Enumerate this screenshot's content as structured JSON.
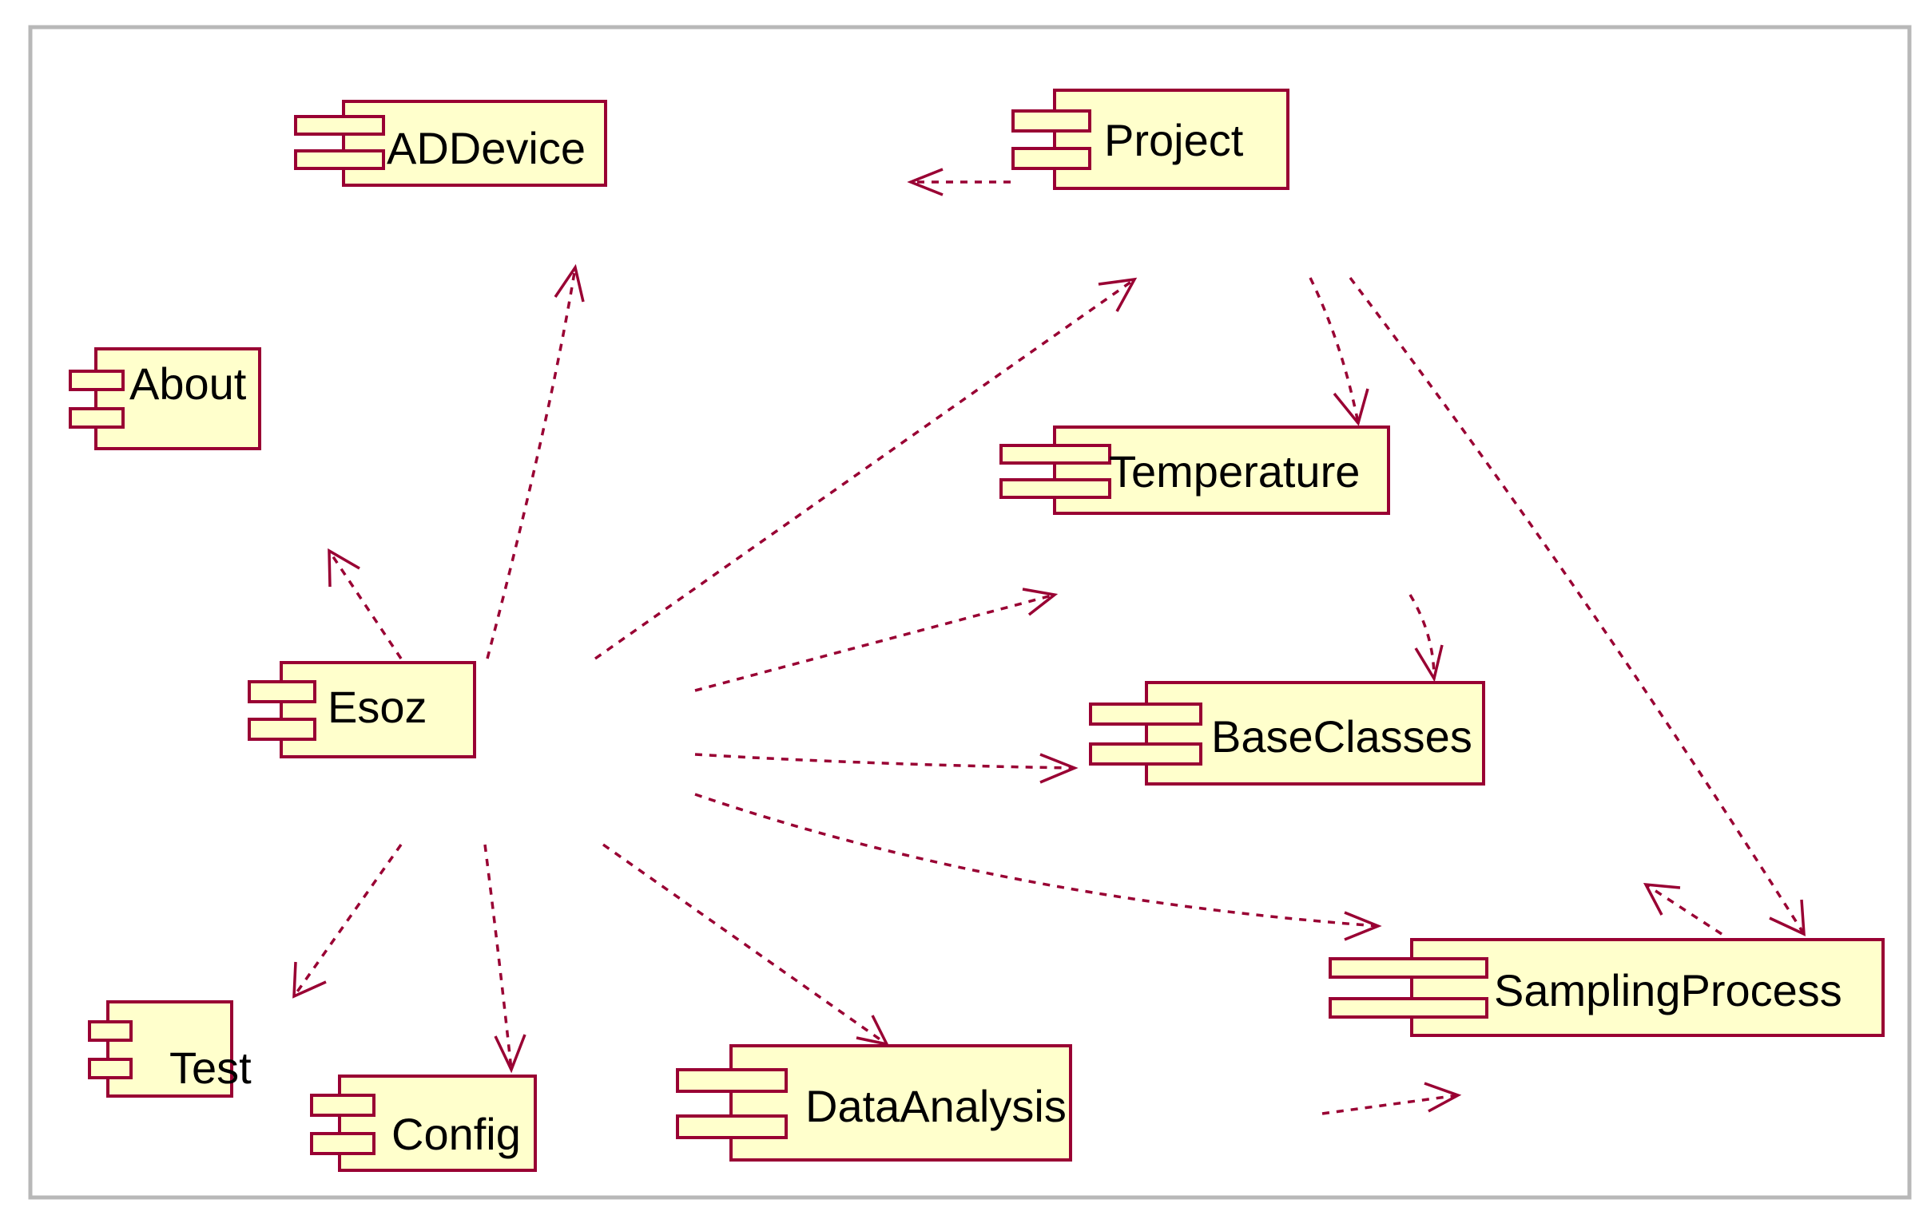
{
  "diagram": {
    "colors": {
      "component_fill": "#ffffcc",
      "component_stroke": "#990033",
      "dependency": "#990033",
      "frame": "#b8b8b8"
    },
    "components": [
      {
        "id": "addevice",
        "label": "ADDevice"
      },
      {
        "id": "project",
        "label": "Project"
      },
      {
        "id": "about",
        "label": "About"
      },
      {
        "id": "temperature",
        "label": "Temperature"
      },
      {
        "id": "esoz",
        "label": "Esoz"
      },
      {
        "id": "baseclasses",
        "label": "BaseClasses"
      },
      {
        "id": "samplingprocess",
        "label": "SamplingProcess"
      },
      {
        "id": "test",
        "label": "Test"
      },
      {
        "id": "config",
        "label": "Config"
      },
      {
        "id": "dataanalysis",
        "label": "DataAnalysis"
      }
    ]
  }
}
